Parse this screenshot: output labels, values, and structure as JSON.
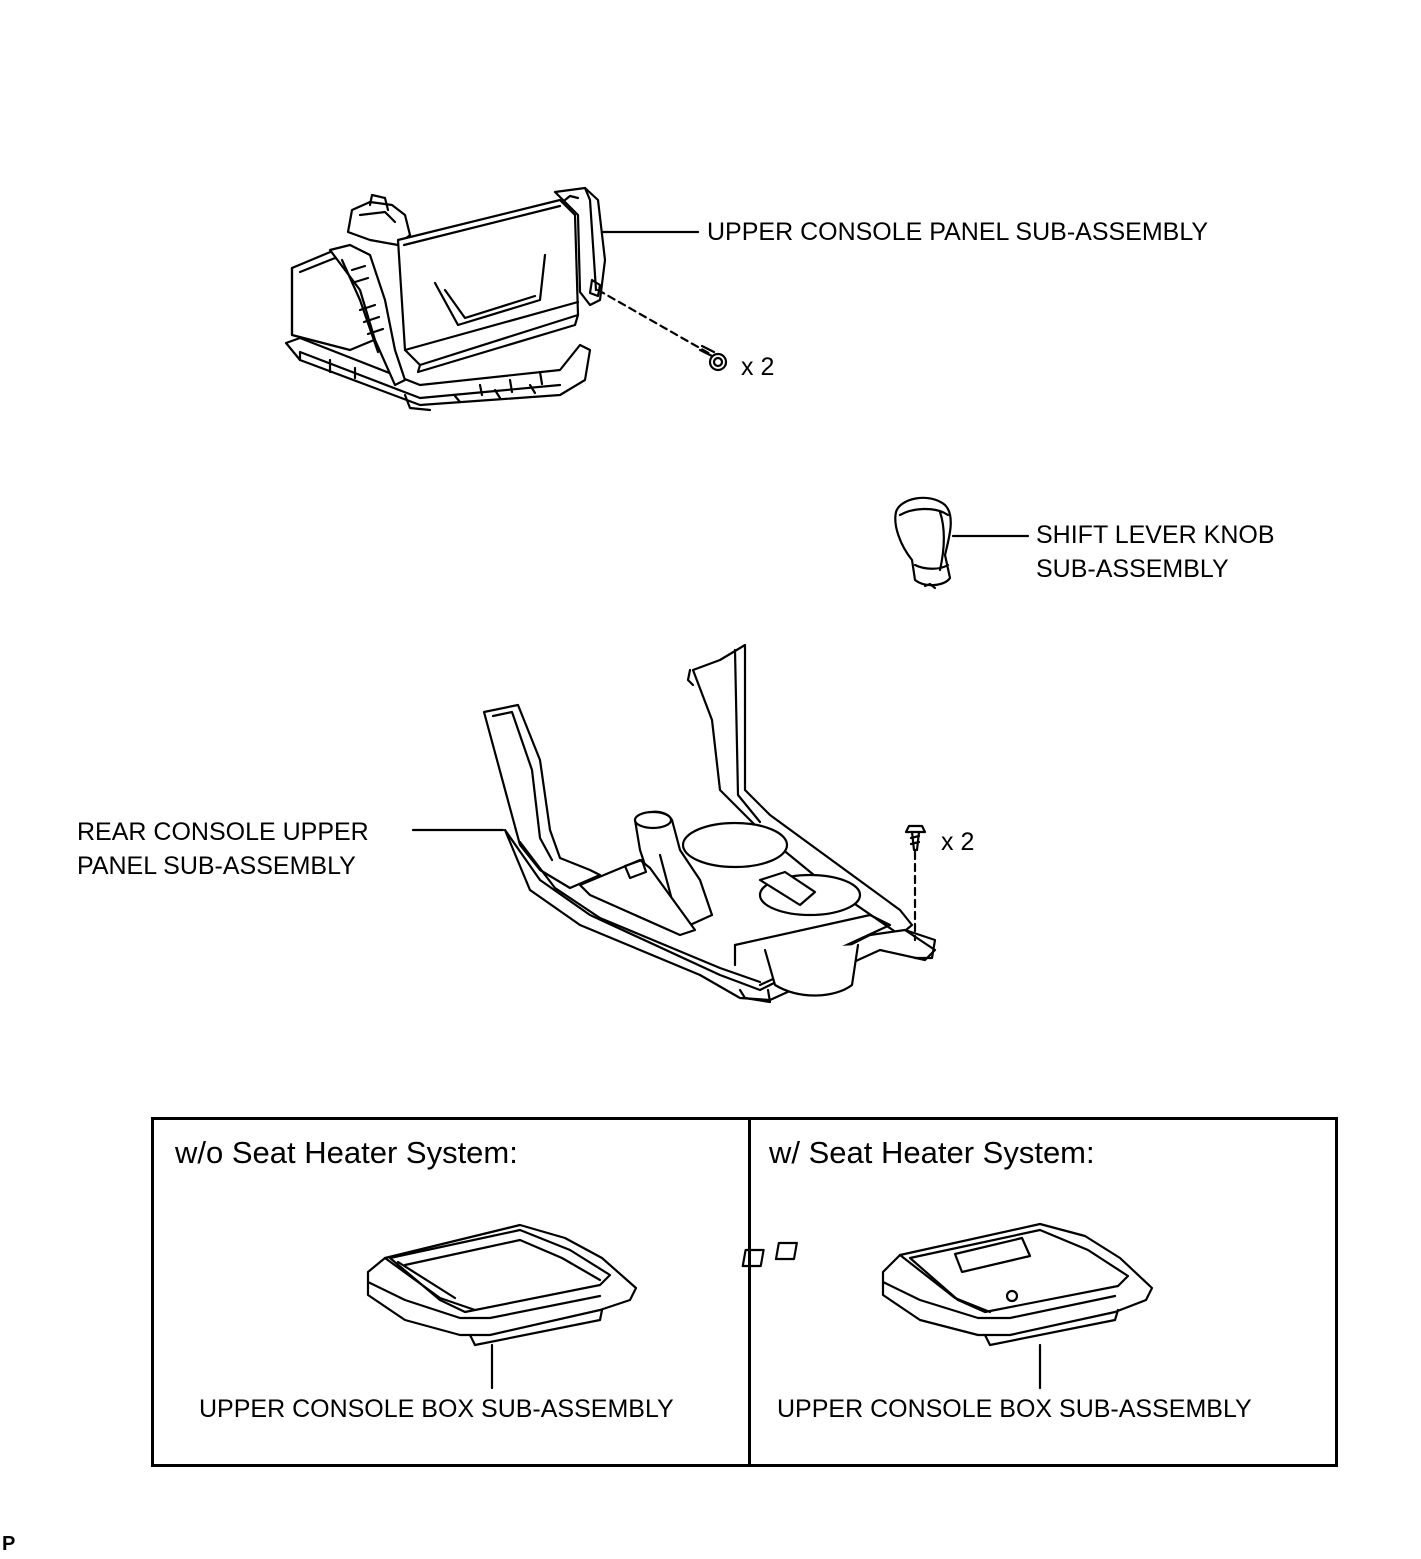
{
  "labels": {
    "upper_console_panel": "UPPER CONSOLE PANEL SUB-ASSEMBLY",
    "screw_qty_top": "x 2",
    "shift_knob_line1": "SHIFT LEVER KNOB",
    "shift_knob_line2": "SUB-ASSEMBLY",
    "rear_console_line1": "REAR CONSOLE UPPER",
    "rear_console_line2": "PANEL SUB-ASSEMBLY",
    "screw_qty_mid": "x 2",
    "corner_mark": "P"
  },
  "variants": [
    {
      "heading": "w/o Seat Heater System:",
      "part_label": "UPPER CONSOLE BOX SUB-ASSEMBLY"
    },
    {
      "heading": "w/ Seat Heater System:",
      "part_label": "UPPER CONSOLE BOX SUB-ASSEMBLY"
    }
  ]
}
